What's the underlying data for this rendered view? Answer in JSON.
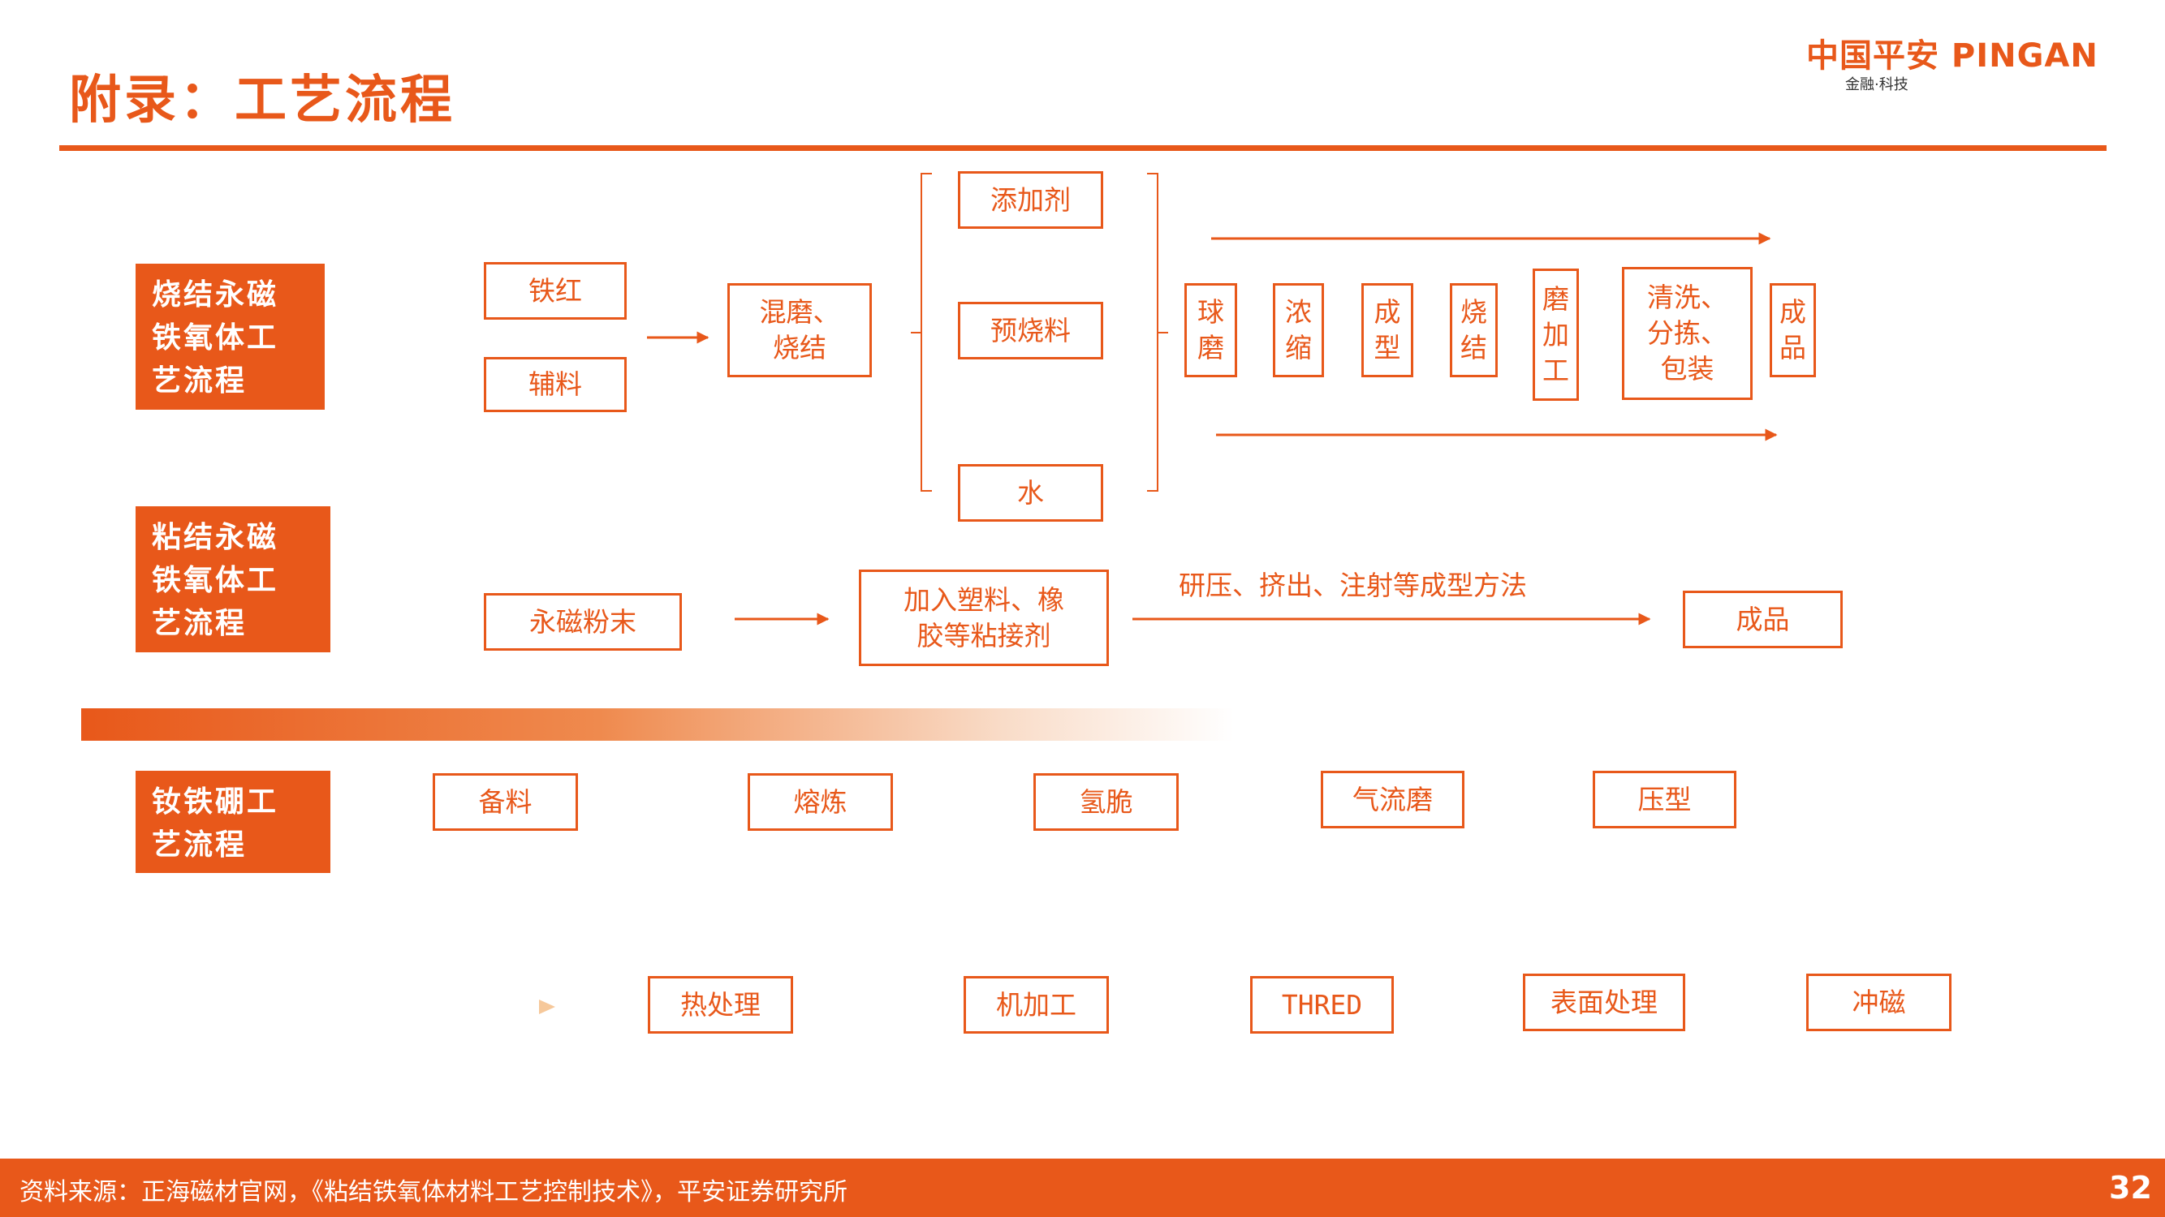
{
  "header": {
    "title": "附录：工艺流程",
    "logo_main": "中国平安 PINGAN",
    "logo_sub": "金融·科技"
  },
  "sintered": {
    "label": [
      "烧结永磁",
      "铁氧体工",
      "艺流程"
    ],
    "iron_red": "铁红",
    "auxiliary": "辅料",
    "mix": [
      "混磨、",
      "烧结"
    ],
    "additive": "添加剂",
    "presintered": "预烧料",
    "water": "水",
    "ball_mill": [
      "球",
      "磨"
    ],
    "concentrate": [
      "浓",
      "缩"
    ],
    "forming": [
      "成",
      "型"
    ],
    "sinter": [
      "烧",
      "结"
    ],
    "machining": [
      "磨",
      "加",
      "工"
    ],
    "clean": [
      "清洗、",
      "分拣、",
      "包装"
    ],
    "product": [
      "成",
      "品"
    ]
  },
  "bonded": {
    "label": [
      "粘结永磁",
      "铁氧体工",
      "艺流程"
    ],
    "powder": "永磁粉末",
    "add_plastic": [
      "加入塑料、橡",
      "胶等粘接剂"
    ],
    "method": "研压、挤出、注射等成型方法",
    "product": "成品"
  },
  "ndfeb": {
    "label": [
      "钕铁硼工",
      "艺流程"
    ],
    "row1": [
      "备料",
      "熔炼",
      "氢脆",
      "气流磨",
      "压型"
    ],
    "row2": [
      "热处理",
      "机加工",
      "THRED",
      "表面处理",
      "冲磁"
    ]
  },
  "footer": {
    "source": "资料来源：正海磁材官网，《粘结铁氧体材料工艺控制技术》，平安证券研究所",
    "page": "32"
  },
  "colors": {
    "accent": "#E8581A",
    "text_dark": "#333333"
  }
}
